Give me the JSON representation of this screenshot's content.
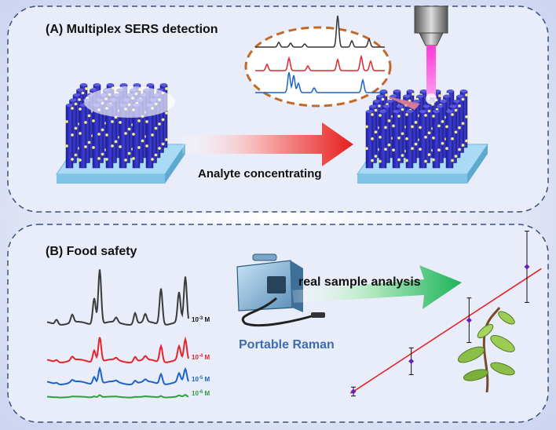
{
  "panel_a": {
    "title": "(A) Multiplex SERS detection",
    "arrow_label": "Analyte concentrating",
    "inset_spectra_colors": [
      "#333333",
      "#e5232a",
      "#1a63c8"
    ]
  },
  "panel_b": {
    "title": "(B) Food safety",
    "device_label": "Portable Raman",
    "arrow_label": "real sample analysis",
    "spectra": [
      {
        "label_base": "10",
        "label_exp": "-3",
        "label_unit": " M",
        "color": "#3a3a3a"
      },
      {
        "label_base": "10",
        "label_exp": "-4",
        "label_unit": " M",
        "color": "#e5232a"
      },
      {
        "label_base": "10",
        "label_exp": "-5",
        "label_unit": " M",
        "color": "#1a63c8"
      },
      {
        "label_base": "10",
        "label_exp": "-6",
        "label_unit": " M",
        "color": "#2e9e3e"
      }
    ],
    "calibration": {
      "line_color": "#e5232a",
      "point_color": "#6a1fbf",
      "points": [
        {
          "x": 1,
          "y": 1.0,
          "err": 0.1
        },
        {
          "x": 2,
          "y": 2.7,
          "err": 0.3
        },
        {
          "x": 3,
          "y": 5.0,
          "err": 0.5
        },
        {
          "x": 4,
          "y": 8.0,
          "err": 0.8
        }
      ]
    }
  },
  "colors": {
    "panel_bg": "#e8ecf8",
    "panel_border": "#3a4f7a",
    "frame_bg": "#d6dcf2",
    "pillar": "#3535c8",
    "particle": "#f4ee9c",
    "substrate": "#a9dcf4",
    "laser": "#ff3ad8",
    "oval_border": "#c06a2a",
    "label_blue": "#3b6db5"
  }
}
